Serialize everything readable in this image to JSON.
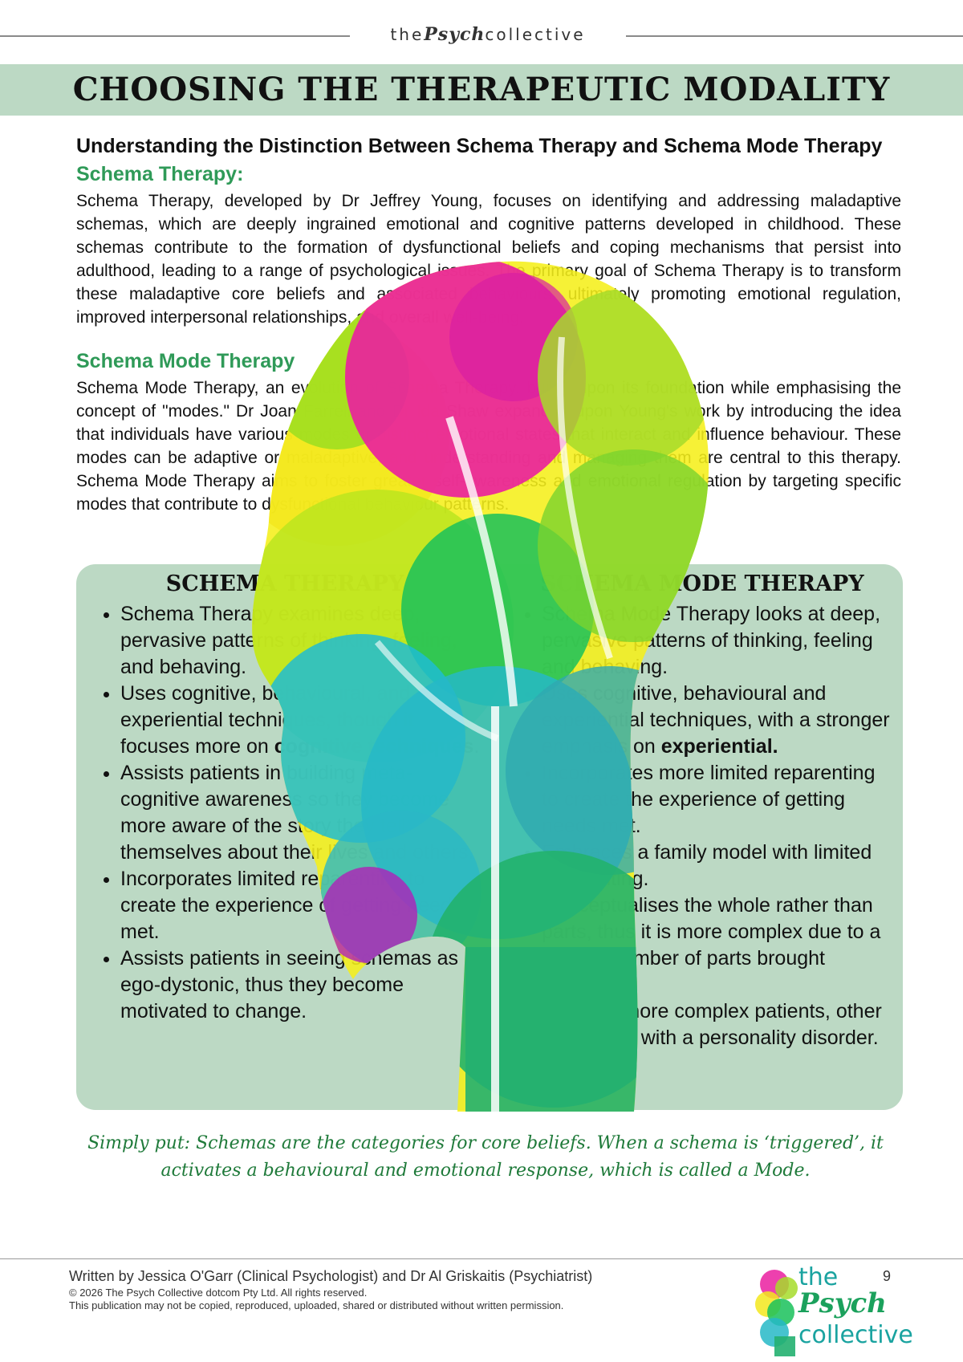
{
  "brand": {
    "prefix": "the",
    "script": "Psych",
    "suffix": "collective"
  },
  "page_title": "CHOOSING THE THERAPEUTIC MODALITY",
  "subheading": "Understanding the Distinction Between Schema Therapy and Schema Mode Therapy",
  "schema_therapy": {
    "heading": "Schema Therapy:",
    "body": "Schema Therapy, developed by Dr Jeffrey Young,  focuses on identifying and addressing maladaptive schemas, which are deeply ingrained emotional and cognitive patterns developed in childhood. These schemas contribute to the formation of dysfunctional beliefs and coping mechanisms that persist into adulthood, leading to a range of psychological issues. The primary goal of Schema Therapy is to transform these maladaptive core beliefs and associated behaviours, ultimately promoting emotional regulation, improved interpersonal relationships, and overall well-being."
  },
  "schema_mode_therapy": {
    "heading": "Schema Mode Therapy",
    "body": "Schema Mode Therapy, an evolution of Schema Therapy, builds upon its foundation while emphasising the concept of \"modes.\" Dr Joan Farrell and Dr Ida Shaw expanded upon Young's work by introducing the idea that individuals have various modes or distinct emotional states that interact and influence behaviour. These modes can be adaptive or maladaptive, and understanding and managing them are central to this therapy. Schema Mode Therapy aims to foster greater self-awareness and emotional regulation by targeting specific modes that contribute to dysfunctional behaviour patterns."
  },
  "comparison": {
    "left_title": "SCHEMA THERAPY",
    "left_items": {
      "i0": "Schema Therapy examines deep, pervasive patterns of thinking, feeling, and behaving.",
      "i1_pre": "Uses cognitive, behavioural, and experiential techniques, though it focuses more on ",
      "i1_bold": "cognitive techniques",
      "i1_post": ".",
      "i2": "Assists patients in building meta-cognitive awareness so they become more aware of the story they tell themselves about their lives and others.",
      "i3": "Incorporates limited reparenting to create the experience of getting needs met.",
      "i4": "Assists patients in seeing schemas as ego-dystonic, thus they become motivated to change."
    },
    "right_title": "SCHEMA MODE THERAPY",
    "right_items": {
      "i0": "Schema Mode Therapy looks at deep, pervasive patterns of thinking, feeling and behaving.",
      "i1_pre": "Uses cognitive, behavioural and experiential techniques, with a stronger emphasis on ",
      "i1_bold": "experiential.",
      "i2": "Incorporates more limited reparenting to create the experience of getting needs met.",
      "i3": "Embraces a family model with limited reparenting.",
      "i4": "Conceptualises the whole rather than parts, thus it is more complex due to a greater number of parts brought together.",
      "i5": "Used for more complex patients, other than those with a personality disorder."
    }
  },
  "summary": "Simply put: Schemas are the categories for core beliefs. When a schema is ‘triggered’, it activates a behavioural and emotional response, which is called a Mode.",
  "footer": {
    "credit": "Written by Jessica O'Garr (Clinical Psychologist) and Dr Al Griskaitis (Psychiatrist)",
    "copyright": "© 2026 The Psych Collective dotcom Pty Ltd. All rights reserved.",
    "rights": "This publication may not be copied, reproduced, uploaded, shared or distributed without written permission.",
    "page_number": "9"
  },
  "logo": {
    "w1": "the",
    "w2": "Psych",
    "w3": "collective"
  },
  "colors": {
    "band": "#bcd9c4",
    "accent_green": "#2f9a58",
    "summary_green": "#1f7a3a"
  },
  "icons": {
    "head_illustration": "head-profile-illustration",
    "logo_icon": "head-logo-icon"
  }
}
